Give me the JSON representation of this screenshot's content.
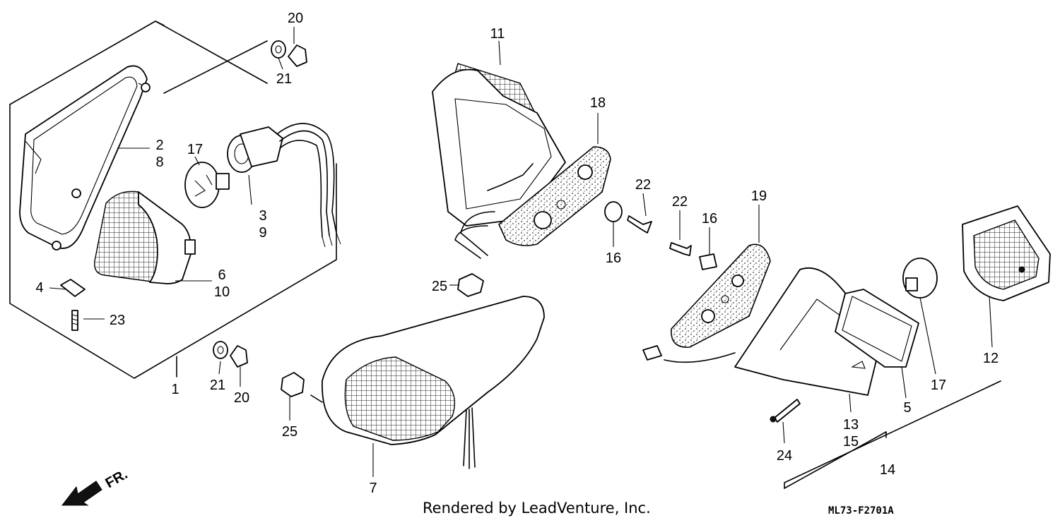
{
  "callouts": [
    {
      "id": "c20a",
      "text": "20"
    },
    {
      "id": "c21a",
      "text": "21"
    },
    {
      "id": "c2",
      "text": "2"
    },
    {
      "id": "c8",
      "text": "8"
    },
    {
      "id": "c17a",
      "text": "17"
    },
    {
      "id": "c3",
      "text": "3"
    },
    {
      "id": "c9",
      "text": "9"
    },
    {
      "id": "c6",
      "text": "6"
    },
    {
      "id": "c10",
      "text": "10"
    },
    {
      "id": "c4",
      "text": "4"
    },
    {
      "id": "c23",
      "text": "23"
    },
    {
      "id": "c1",
      "text": "1"
    },
    {
      "id": "c21b",
      "text": "21"
    },
    {
      "id": "c20b",
      "text": "20"
    },
    {
      "id": "c11",
      "text": "11"
    },
    {
      "id": "c18",
      "text": "18"
    },
    {
      "id": "c22a",
      "text": "22"
    },
    {
      "id": "c16a",
      "text": "16"
    },
    {
      "id": "c22b",
      "text": "22"
    },
    {
      "id": "c16b",
      "text": "16"
    },
    {
      "id": "c19",
      "text": "19"
    },
    {
      "id": "c25a",
      "text": "25"
    },
    {
      "id": "c25b",
      "text": "25"
    },
    {
      "id": "c7",
      "text": "7"
    },
    {
      "id": "c12",
      "text": "12"
    },
    {
      "id": "c17b",
      "text": "17"
    },
    {
      "id": "c5",
      "text": "5"
    },
    {
      "id": "c13",
      "text": "13"
    },
    {
      "id": "c15",
      "text": "15"
    },
    {
      "id": "c24",
      "text": "24"
    },
    {
      "id": "c14",
      "text": "14"
    }
  ],
  "direction_label": "FR.",
  "credit": "Rendered by LeadVenture, Inc.",
  "diagram_code": "ML73-F2701A"
}
